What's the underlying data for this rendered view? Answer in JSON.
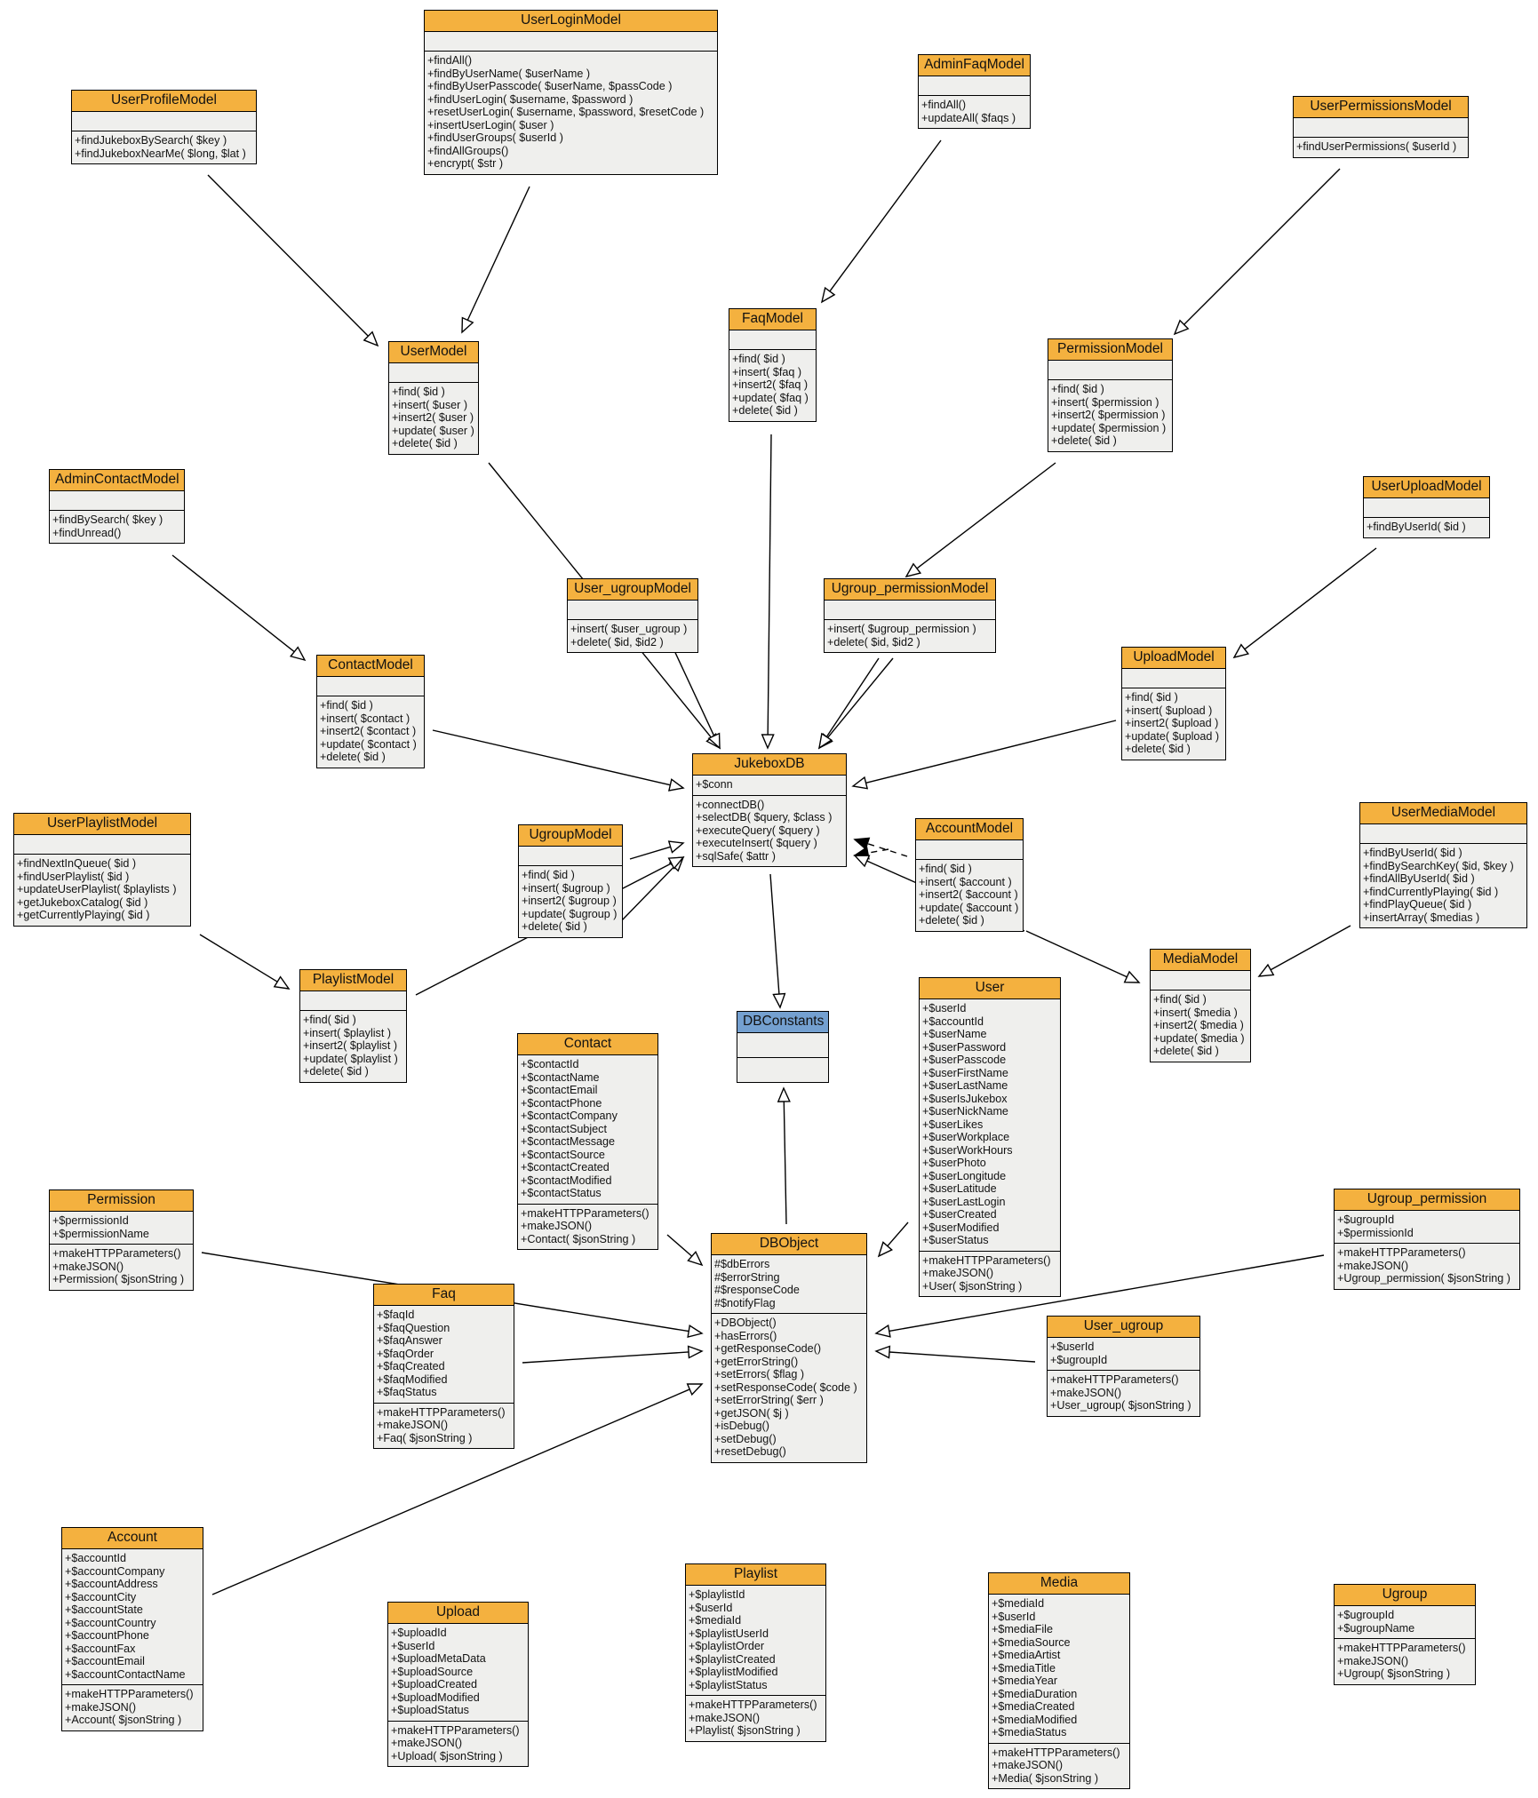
{
  "classes": [
    {
      "id": "UserLoginModel",
      "title": "UserLoginModel",
      "attributes": [],
      "methods": [
        "+findAll()",
        "+findByUserName( $userName )",
        "+findByUserPasscode( $userName, $passCode )",
        "+findUserLogin( $username, $password )",
        "+resetUserLogin( $username, $password, $resetCode )",
        "+insertUserLogin( $user )",
        "+findUserGroups( $userId )",
        "+findAllGroups()",
        "+encrypt( $str )"
      ]
    },
    {
      "id": "UserProfileModel",
      "title": "UserProfileModel",
      "attributes": [],
      "methods": [
        "+findJukeboxBySearch( $key )",
        "+findJukeboxNearMe( $long, $lat )"
      ]
    },
    {
      "id": "AdminFaqModel",
      "title": "AdminFaqModel",
      "attributes": [],
      "methods": [
        "+findAll()",
        "+updateAll( $faqs )"
      ]
    },
    {
      "id": "UserPermissionsModel",
      "title": "UserPermissionsModel",
      "attributes": [],
      "methods": [
        "+findUserPermissions( $userId )"
      ]
    },
    {
      "id": "UserModel",
      "title": "UserModel",
      "attributes": [],
      "methods": [
        "+find( $id )",
        "+insert( $user )",
        "+insert2( $user )",
        "+update( $user )",
        "+delete( $id )"
      ]
    },
    {
      "id": "FaqModel",
      "title": "FaqModel",
      "attributes": [],
      "methods": [
        "+find( $id )",
        "+insert( $faq )",
        "+insert2( $faq )",
        "+update( $faq )",
        "+delete( $id )"
      ]
    },
    {
      "id": "PermissionModel",
      "title": "PermissionModel",
      "attributes": [],
      "methods": [
        "+find( $id )",
        "+insert( $permission )",
        "+insert2( $permission )",
        "+update( $permission )",
        "+delete( $id )"
      ]
    },
    {
      "id": "AdminContactModel",
      "title": "AdminContactModel",
      "attributes": [],
      "methods": [
        "+findBySearch( $key )",
        "+findUnread()"
      ]
    },
    {
      "id": "UserUploadModel",
      "title": "UserUploadModel",
      "attributes": [],
      "methods": [
        "+findByUserId( $id )"
      ]
    },
    {
      "id": "User_ugroupModel",
      "title": "User_ugroupModel",
      "attributes": [],
      "methods": [
        "+insert( $user_ugroup )",
        "+delete( $id, $id2 )"
      ]
    },
    {
      "id": "Ugroup_permissionModel",
      "title": "Ugroup_permissionModel",
      "attributes": [],
      "methods": [
        "+insert( $ugroup_permission )",
        "+delete( $id, $id2 )"
      ]
    },
    {
      "id": "ContactModel",
      "title": "ContactModel",
      "attributes": [],
      "methods": [
        "+find( $id )",
        "+insert( $contact )",
        "+insert2( $contact )",
        "+update( $contact )",
        "+delete( $id )"
      ]
    },
    {
      "id": "UploadModel",
      "title": "UploadModel",
      "attributes": [],
      "methods": [
        "+find( $id )",
        "+insert( $upload )",
        "+insert2( $upload )",
        "+update( $upload )",
        "+delete( $id )"
      ]
    },
    {
      "id": "JukeboxDB",
      "title": "JukeboxDB",
      "attributes": [
        "+$conn"
      ],
      "methods": [
        "+connectDB()",
        "+selectDB( $query, $class )",
        "+executeQuery( $query )",
        "+executeInsert( $query )",
        "+sqlSafe( $attr )"
      ]
    },
    {
      "id": "UserPlaylistModel",
      "title": "UserPlaylistModel",
      "attributes": [],
      "methods": [
        "+findNextInQueue( $id )",
        "+findUserPlaylist( $id )",
        "+updateUserPlaylist( $playlists )",
        "+getJukeboxCatalog( $id )",
        "+getCurrentlyPlaying( $id )"
      ]
    },
    {
      "id": "UgroupModel",
      "title": "UgroupModel",
      "attributes": [],
      "methods": [
        "+find( $id )",
        "+insert( $ugroup )",
        "+insert2( $ugroup )",
        "+update( $ugroup )",
        "+delete( $id )"
      ]
    },
    {
      "id": "AccountModel",
      "title": "AccountModel",
      "attributes": [],
      "methods": [
        "+find( $id )",
        "+insert( $account )",
        "+insert2( $account )",
        "+update( $account )",
        "+delete( $id )"
      ]
    },
    {
      "id": "UserMediaModel",
      "title": "UserMediaModel",
      "attributes": [],
      "methods": [
        "+findByUserId( $id )",
        "+findBySearchKey( $id, $key )",
        "+findAllByUserId( $id )",
        "+findCurrentlyPlaying( $id )",
        "+findPlayQueue( $id )",
        "+insertArray( $medias )"
      ]
    },
    {
      "id": "PlaylistModel",
      "title": "PlaylistModel",
      "attributes": [],
      "methods": [
        "+find( $id )",
        "+insert( $playlist )",
        "+insert2( $playlist )",
        "+update( $playlist )",
        "+delete( $id )"
      ]
    },
    {
      "id": "MediaModel",
      "title": "MediaModel",
      "attributes": [],
      "methods": [
        "+find( $id )",
        "+insert( $media )",
        "+insert2( $media )",
        "+update( $media )",
        "+delete( $id )"
      ]
    },
    {
      "id": "DBConstants",
      "title": "DBConstants",
      "attributes": [],
      "methods": []
    },
    {
      "id": "User",
      "title": "User",
      "attributes": [
        "+$userId",
        "+$accountId",
        "+$userName",
        "+$userPassword",
        "+$userPasscode",
        "+$userFirstName",
        "+$userLastName",
        "+$userIsJukebox",
        "+$userNickName",
        "+$userLikes",
        "+$userWorkplace",
        "+$userWorkHours",
        "+$userPhoto",
        "+$userLongitude",
        "+$userLatitude",
        "+$userLastLogin",
        "+$userCreated",
        "+$userModified",
        "+$userStatus"
      ],
      "methods": [
        "+makeHTTPParameters()",
        "+makeJSON()",
        "+User( $jsonString )"
      ]
    },
    {
      "id": "Contact",
      "title": "Contact",
      "attributes": [
        "+$contactId",
        "+$contactName",
        "+$contactEmail",
        "+$contactPhone",
        "+$contactCompany",
        "+$contactSubject",
        "+$contactMessage",
        "+$contactSource",
        "+$contactCreated",
        "+$contactModified",
        "+$contactStatus"
      ],
      "methods": [
        "+makeHTTPParameters()",
        "+makeJSON()",
        "+Contact( $jsonString )"
      ]
    },
    {
      "id": "Permission",
      "title": "Permission",
      "attributes": [
        "+$permissionId",
        "+$permissionName"
      ],
      "methods": [
        "+makeHTTPParameters()",
        "+makeJSON()",
        "+Permission( $jsonString )"
      ]
    },
    {
      "id": "Ugroup_permission",
      "title": "Ugroup_permission",
      "attributes": [
        "+$ugroupId",
        "+$permissionId"
      ],
      "methods": [
        "+makeHTTPParameters()",
        "+makeJSON()",
        "+Ugroup_permission( $jsonString )"
      ]
    },
    {
      "id": "DBObject",
      "title": "DBObject",
      "attributes": [
        "#$dbErrors",
        "#$errorString",
        "#$responseCode",
        "#$notifyFlag"
      ],
      "methods": [
        "+DBObject()",
        "+hasErrors()",
        "+getResponseCode()",
        "+getErrorString()",
        "+setErrors( $flag )",
        "+setResponseCode( $code )",
        "+setErrorString( $err )",
        "+getJSON( $j )",
        "+isDebug()",
        "+setDebug()",
        "+resetDebug()"
      ]
    },
    {
      "id": "Faq",
      "title": "Faq",
      "attributes": [
        "+$faqId",
        "+$faqQuestion",
        "+$faqAnswer",
        "+$faqOrder",
        "+$faqCreated",
        "+$faqModified",
        "+$faqStatus"
      ],
      "methods": [
        "+makeHTTPParameters()",
        "+makeJSON()",
        "+Faq( $jsonString )"
      ]
    },
    {
      "id": "User_ugroup",
      "title": "User_ugroup",
      "attributes": [
        "+$userId",
        "+$ugroupId"
      ],
      "methods": [
        "+makeHTTPParameters()",
        "+makeJSON()",
        "+User_ugroup( $jsonString )"
      ]
    },
    {
      "id": "Account",
      "title": "Account",
      "attributes": [
        "+$accountId",
        "+$accountCompany",
        "+$accountAddress",
        "+$accountCity",
        "+$accountState",
        "+$accountCountry",
        "+$accountPhone",
        "+$accountFax",
        "+$accountEmail",
        "+$accountContactName"
      ],
      "methods": [
        "+makeHTTPParameters()",
        "+makeJSON()",
        "+Account( $jsonString )"
      ]
    },
    {
      "id": "Upload",
      "title": "Upload",
      "attributes": [
        "+$uploadId",
        "+$userId",
        "+$uploadMetaData",
        "+$uploadSource",
        "+$uploadCreated",
        "+$uploadModified",
        "+$uploadStatus"
      ],
      "methods": [
        "+makeHTTPParameters()",
        "+makeJSON()",
        "+Upload( $jsonString )"
      ]
    },
    {
      "id": "Playlist",
      "title": "Playlist",
      "attributes": [
        "+$playlistId",
        "+$userId",
        "+$mediaId",
        "+$playlistUserId",
        "+$playlistOrder",
        "+$playlistCreated",
        "+$playlistModified",
        "+$playlistStatus"
      ],
      "methods": [
        "+makeHTTPParameters()",
        "+makeJSON()",
        "+Playlist( $jsonString )"
      ]
    },
    {
      "id": "Media",
      "title": "Media",
      "attributes": [
        "+$mediaId",
        "+$userId",
        "+$mediaFile",
        "+$mediaSource",
        "+$mediaArtist",
        "+$mediaTitle",
        "+$mediaYear",
        "+$mediaDuration",
        "+$mediaCreated",
        "+$mediaModified",
        "+$mediaStatus"
      ],
      "methods": [
        "+makeHTTPParameters()",
        "+makeJSON()",
        "+Media( $jsonString )"
      ]
    },
    {
      "id": "Ugroup",
      "title": "Ugroup",
      "attributes": [
        "+$ugroupId",
        "+$ugroupName"
      ],
      "methods": [
        "+makeHTTPParameters()",
        "+makeJSON()",
        "+Ugroup( $jsonString )"
      ]
    }
  ],
  "relations": [
    {
      "from": "UserProfileModel",
      "to": "UserModel",
      "type": "inheritance"
    },
    {
      "from": "UserLoginModel",
      "to": "UserModel",
      "type": "inheritance"
    },
    {
      "from": "AdminFaqModel",
      "to": "FaqModel",
      "type": "inheritance"
    },
    {
      "from": "UserPermissionsModel",
      "to": "PermissionModel",
      "type": "inheritance"
    },
    {
      "from": "AdminContactModel",
      "to": "ContactModel",
      "type": "inheritance"
    },
    {
      "from": "UserUploadModel",
      "to": "UploadModel",
      "type": "inheritance"
    },
    {
      "from": "UserPlaylistModel",
      "to": "PlaylistModel",
      "type": "inheritance"
    },
    {
      "from": "UserMediaModel",
      "to": "MediaModel",
      "type": "inheritance"
    },
    {
      "from": "UserModel",
      "to": "JukeboxDB",
      "type": "inheritance"
    },
    {
      "from": "User_ugroupModel",
      "to": "JukeboxDB",
      "type": "inheritance"
    },
    {
      "from": "FaqModel",
      "to": "JukeboxDB",
      "type": "inheritance"
    },
    {
      "from": "PermissionModel",
      "to": "JukeboxDB",
      "type": "inheritance"
    },
    {
      "from": "Ugroup_permissionModel",
      "to": "JukeboxDB",
      "type": "inheritance"
    },
    {
      "from": "ContactModel",
      "to": "JukeboxDB",
      "type": "inheritance"
    },
    {
      "from": "UploadModel",
      "to": "JukeboxDB",
      "type": "inheritance"
    },
    {
      "from": "UgroupModel",
      "to": "JukeboxDB",
      "type": "inheritance"
    },
    {
      "from": "PlaylistModel",
      "to": "JukeboxDB",
      "type": "inheritance"
    },
    {
      "from": "AccountModel",
      "to": "JukeboxDB",
      "type": "inheritance"
    },
    {
      "from": "MediaModel",
      "to": "JukeboxDB",
      "type": "inheritance"
    },
    {
      "from": "JukeboxDB",
      "to": "DBConstants",
      "type": "dependency"
    },
    {
      "from": "DBObject",
      "to": "DBConstants",
      "type": "dependency"
    },
    {
      "from": "Contact",
      "to": "DBObject",
      "type": "inheritance"
    },
    {
      "from": "User",
      "to": "DBObject",
      "type": "inheritance"
    },
    {
      "from": "Permission",
      "to": "DBObject",
      "type": "inheritance"
    },
    {
      "from": "Faq",
      "to": "DBObject",
      "type": "inheritance"
    },
    {
      "from": "Ugroup_permission",
      "to": "DBObject",
      "type": "inheritance"
    },
    {
      "from": "User_ugroup",
      "to": "DBObject",
      "type": "inheritance"
    },
    {
      "from": "Account",
      "to": "DBObject",
      "type": "inheritance"
    },
    {
      "from": "Upload",
      "to": "DBObject",
      "type": "inheritance"
    },
    {
      "from": "Playlist",
      "to": "DBObject",
      "type": "inheritance"
    },
    {
      "from": "Media",
      "to": "DBObject",
      "type": "inheritance"
    },
    {
      "from": "Ugroup",
      "to": "DBObject",
      "type": "inheritance"
    }
  ],
  "colors": {
    "title_fill": "#f4b13f",
    "constants_fill": "#74a0d0",
    "body_fill": "#efefed",
    "stroke": "#000000"
  }
}
